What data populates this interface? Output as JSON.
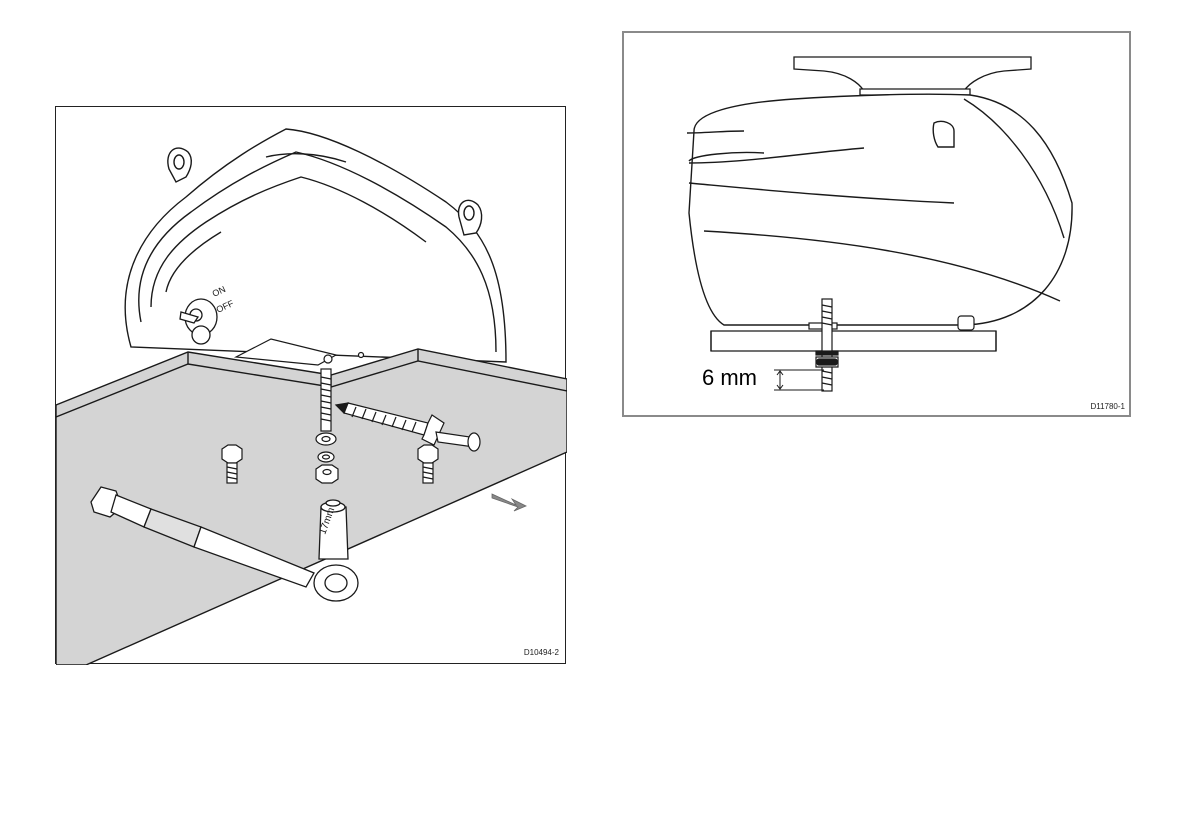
{
  "figures": [
    {
      "id": "left",
      "code": "D10494-2",
      "switch_labels": [
        "ON",
        "OFF"
      ],
      "wrench_size_label": "17mm"
    },
    {
      "id": "right",
      "code": "D11780-1",
      "dimension_label": "6 mm"
    }
  ],
  "colors": {
    "line": "#1a1a1a",
    "surface_fill": "#d4d4d4",
    "panel_border_right": "#8a8a8a"
  }
}
